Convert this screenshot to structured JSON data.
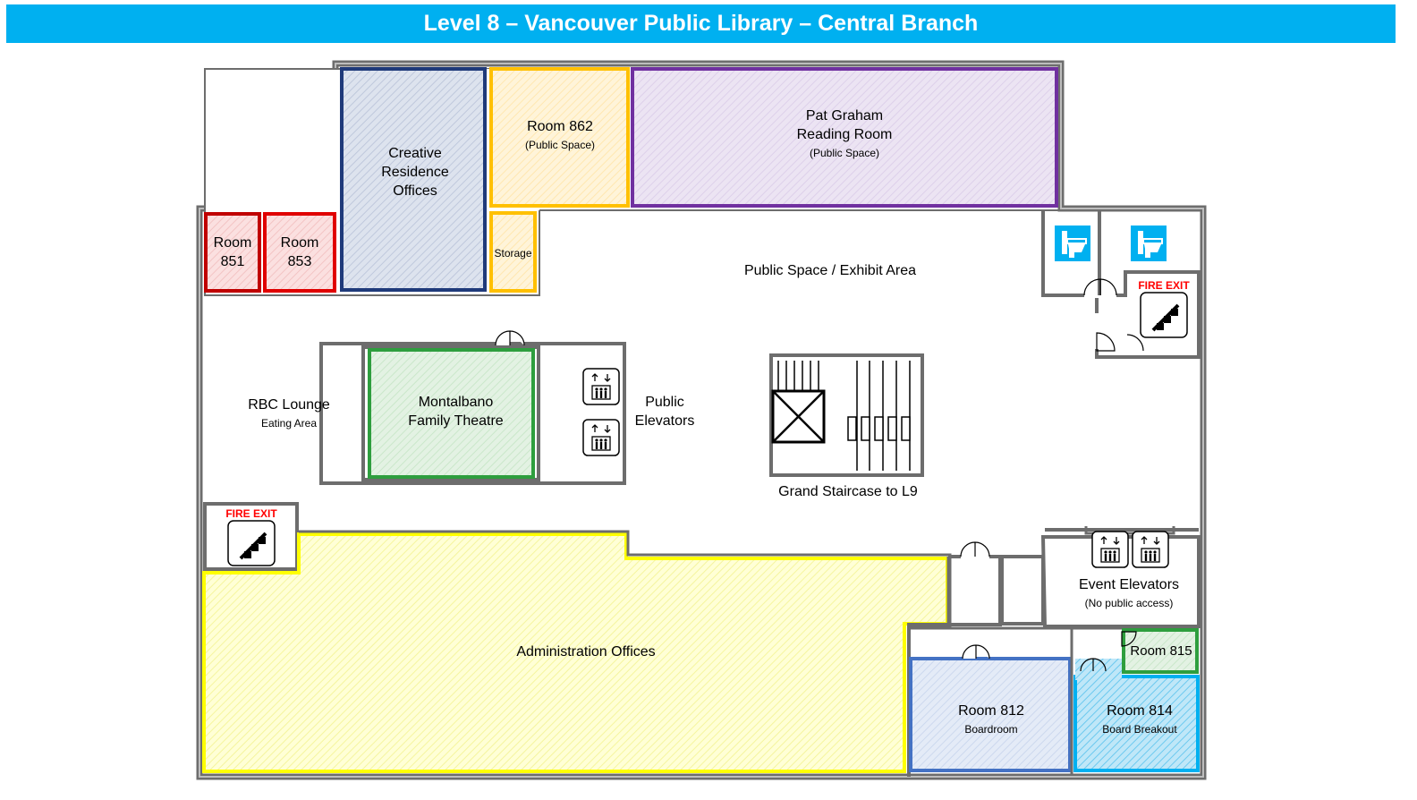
{
  "title": "Level 8 – Vancouver Public Library – Central Branch",
  "colors": {
    "header": "#00b0f0",
    "creative": "#1f3a7a",
    "room862": "#ffc000",
    "pat_graham": "#7030a0",
    "red_rooms": "#c00000",
    "theatre": "#2e9e3e",
    "admin": "#ffff00",
    "room812": "#4472c4",
    "room814": "#00b0f0",
    "room815": "#2e9e3e",
    "fire_exit": "#ff0000",
    "restroom_icon": "#00b0f0"
  },
  "rooms": {
    "creative": {
      "name": "Creative Residence Offices"
    },
    "room862": {
      "name": "Room 862",
      "note": "(Public Space)"
    },
    "pat_graham": {
      "name_line1": "Pat Graham",
      "name_line2": "Reading Room",
      "note": "(Public Space)"
    },
    "room851": {
      "name_line1": "Room",
      "name_line2": "851"
    },
    "room853": {
      "name_line1": "Room",
      "name_line2": "853"
    },
    "storage": {
      "name": "Storage"
    },
    "public_space": {
      "name": "Public Space / Exhibit Area"
    },
    "rbc_lounge": {
      "name": "RBC Lounge",
      "note": "Eating Area"
    },
    "theatre": {
      "name_line1": "Montalbano",
      "name_line2": "Family Theatre"
    },
    "public_elevators": {
      "name_line1": "Public",
      "name_line2": "Elevators"
    },
    "staircase": {
      "name": "Grand Staircase to L9"
    },
    "event_elevators": {
      "name": "Event Elevators",
      "note": "(No public access)"
    },
    "admin": {
      "name": "Administration Offices"
    },
    "room812": {
      "name": "Room 812",
      "note": "Boardroom"
    },
    "room814": {
      "name": "Room 814",
      "note": "Board Breakout"
    },
    "room815": {
      "name": "Room 815"
    }
  },
  "fire_exits": {
    "right": "FIRE EXIT",
    "left": "FIRE EXIT"
  },
  "icons": [
    "restroom-icon",
    "fire-stairs-icon",
    "elevator-icon",
    "elevator-shaft-icon"
  ]
}
